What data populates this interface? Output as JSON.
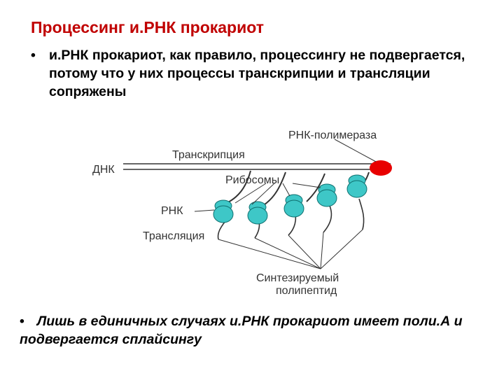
{
  "title": "Процессинг и.РНК прокариот",
  "bullet1": {
    "marker": "•",
    "text": "и.РНК прокариот, как правило, процессингу не подвергается, потому что у них процессы транскрипции и трансляции сопряжены"
  },
  "bullet2": {
    "marker": "•",
    "text": "Лишь в единичных случаях и.РНК прокариот имеет поли.А и подвергается сплайсингу"
  },
  "diagram": {
    "labels": {
      "polymerase": "РНК-полимераза",
      "transcription": "Транскрипция",
      "dna": "ДНК",
      "ribosomes": "Рибосомы",
      "rna": "РНК",
      "translation": "Трансляция",
      "polypeptide_line1": "Синтезируемый",
      "polypeptide_line2": "полипептид"
    },
    "colors": {
      "polymerase": "#e80000",
      "ribosome_fill": "#3ec7c7",
      "ribosome_stroke": "#0f6f6f",
      "dna": "#333333"
    }
  }
}
